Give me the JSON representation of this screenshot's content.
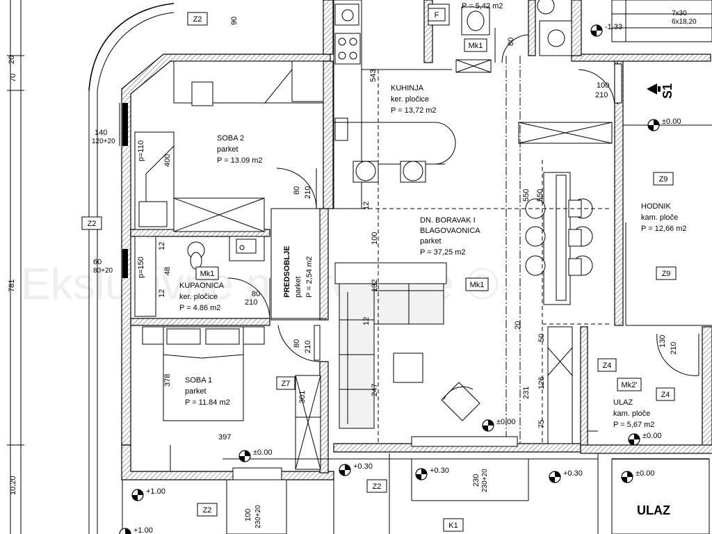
{
  "watermark": "Eksluzivne nekretnine ©",
  "rooms": [
    {
      "id": "soba2",
      "name": "SOBA 2",
      "floor": "parket",
      "area": "P = 13.09 m2"
    },
    {
      "id": "kuhinja",
      "name": "KUHINJA",
      "floor": "ker. pločice",
      "area": "P = 13,72 m2"
    },
    {
      "id": "boravak",
      "name": "DN. BORAVAK I",
      "name2": "BLAGOVAONICA",
      "floor": "parket",
      "area": "P = 37,25 m2"
    },
    {
      "id": "hodnik",
      "name": "HODNIK",
      "floor": "kam. ploče",
      "area": "P = 12,66 m2"
    },
    {
      "id": "kupaonica",
      "name": "KUPAONICA",
      "floor": "ker. pločice",
      "area": "P = 4.86 m2"
    },
    {
      "id": "predsoblje",
      "name": "PREDSOBLJE",
      "floor": "parket",
      "area": "P = 2,54 m2"
    },
    {
      "id": "soba1",
      "name": "SOBA 1",
      "floor": "parket",
      "area": "P = 11.84 m2"
    },
    {
      "id": "ulaz",
      "name": "ULAZ",
      "floor": "kam. ploče",
      "area": "P = 5,67 m2"
    },
    {
      "id": "top",
      "name": "",
      "floor": "",
      "area": "P = 5,42 m2"
    }
  ],
  "tags": {
    "z2_top": "Z2",
    "z2_left": "Z2",
    "z2_bottom": "Z2",
    "z2_bottom_left": "Z2",
    "z7": "Z7",
    "z9_a": "Z9",
    "z9_b": "Z9",
    "z4_a": "Z4",
    "z4_b": "Z4",
    "k1": "K1",
    "mk1_a": "Mk1",
    "mk1_b": "Mk1",
    "mk1_c": "Mk1",
    "mk2": "Mk2'",
    "s1": "S1",
    "ulaz_big": "ULAZ",
    "f": "F"
  },
  "levels": {
    "l_minus133": "-1.33",
    "l_hodnik": "±0.00",
    "l_boravak": "±0.00",
    "l_soba1": "±0.00",
    "l_ulaz": "±0.00",
    "l_ulaz2": "±0.00",
    "l_p030a": "+0.30",
    "l_p030b": "+0.30",
    "l_p030c": "+0.30",
    "l_p100a": "+1.00",
    "l_p100b": "+1.00"
  },
  "dims": {
    "d90": "90",
    "d20": "20",
    "d70": "70",
    "d781": "781",
    "d1020": "10,20",
    "d140": "140",
    "d120p20": "120+20",
    "dp110": "p=110",
    "d400": "400",
    "d60": "60",
    "d80p20": "80+20",
    "dp150": "p=150",
    "d12a": "12",
    "d48": "48",
    "d12b": "12",
    "d80a": "80",
    "d210a": "210",
    "d80b": "80",
    "d210b": "210",
    "d80c": "80",
    "d210c": "210",
    "d543": "543",
    "d12c": "12",
    "d100": "100",
    "d132": "132",
    "d12d": "12",
    "d247": "247",
    "d301": "301",
    "d378": "378",
    "d397": "397",
    "d550a": "550",
    "d550b": "550",
    "d100b": "100",
    "d210d": "210",
    "d20b": "20",
    "d50": "50",
    "d126": "126",
    "d231": "231",
    "d75": "75",
    "d130": "130",
    "d210e": "210",
    "d230": "230",
    "d230p20": "230+20",
    "d100c": "100",
    "d230p20b": "230+20",
    "d7x30": "7x30",
    "d6x18": "6x18,20",
    "d80d": "80"
  }
}
